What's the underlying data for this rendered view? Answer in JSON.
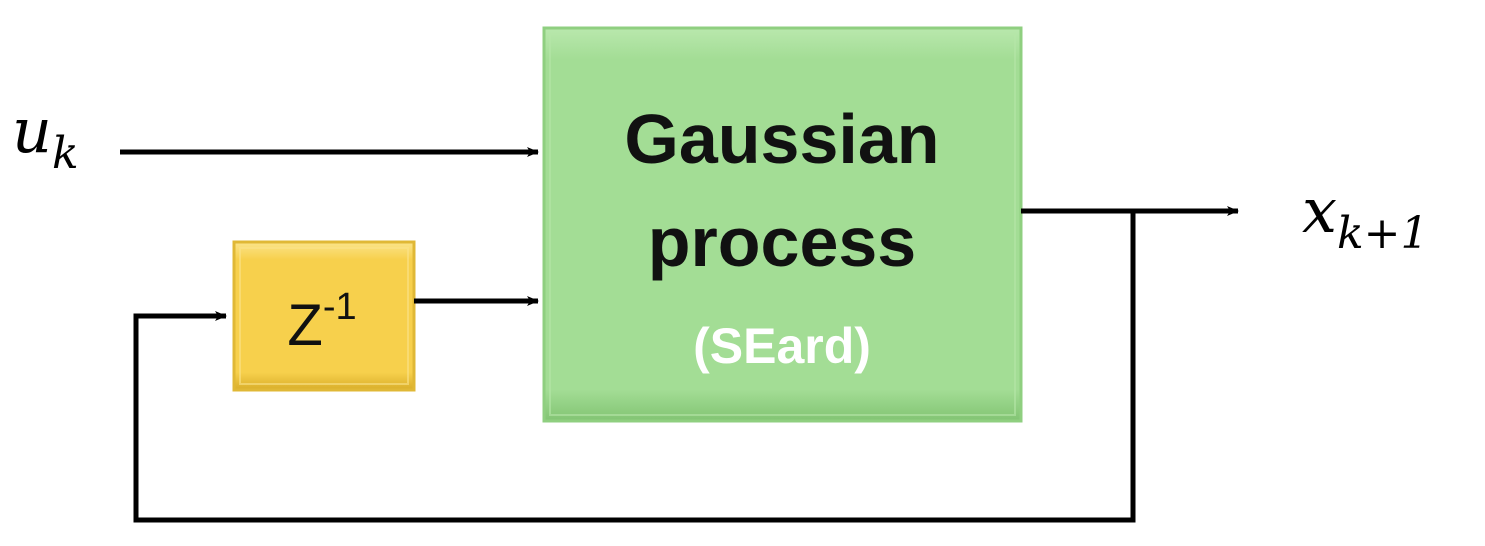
{
  "input_signal": {
    "base": "u",
    "subscript": "k"
  },
  "output_signal": {
    "base": "x",
    "subscript": "k+1"
  },
  "gp_block": {
    "line1": "Gaussian",
    "line2": "process",
    "kernel": "(SEard)",
    "fill": "#a3dd95",
    "text_color": "#111111",
    "kernel_color": "#ffffff"
  },
  "delay_block": {
    "base": "Z",
    "superscript": "-1",
    "fill": "#f7d04c"
  },
  "line_color": "#000000"
}
